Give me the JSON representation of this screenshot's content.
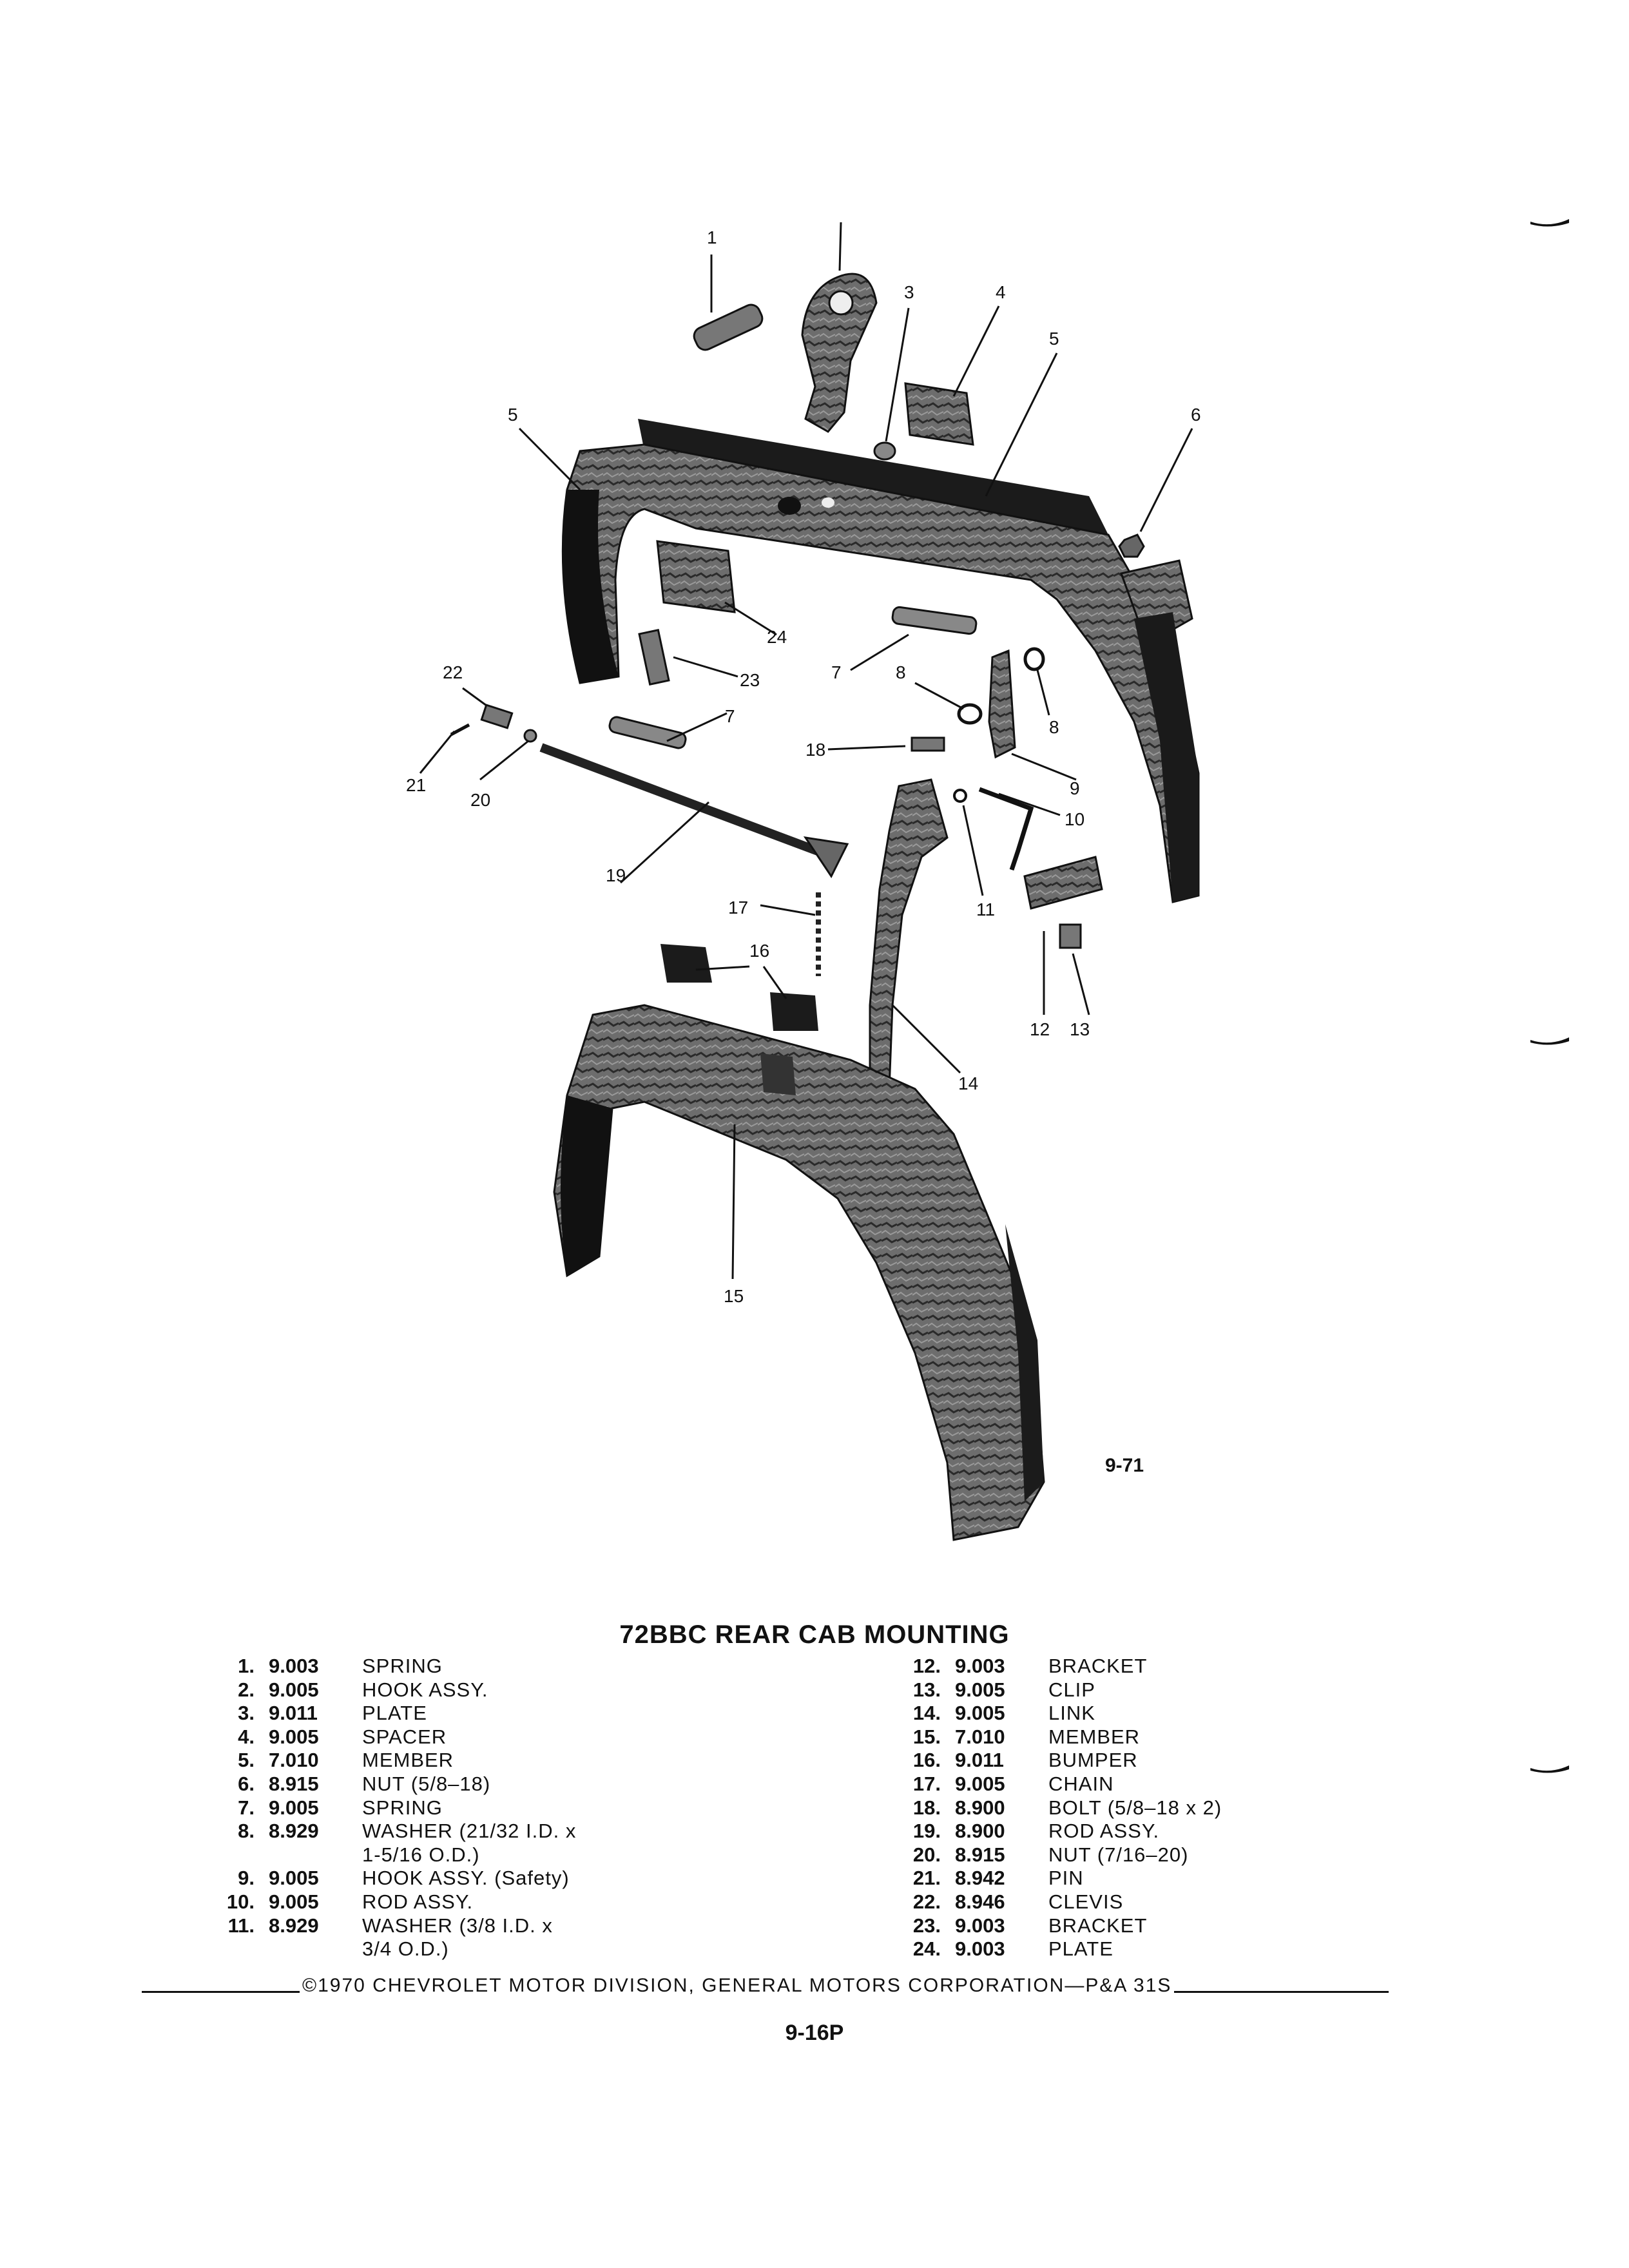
{
  "figure": {
    "code": "9-71",
    "callouts": [
      "1",
      "3",
      "4",
      "5",
      "5",
      "6",
      "24",
      "23",
      "7",
      "8",
      "8",
      "22",
      "7",
      "18",
      "9",
      "21",
      "20",
      "10",
      "19",
      "17",
      "11",
      "16",
      "12",
      "13",
      "14",
      "15"
    ]
  },
  "title": "72BBC REAR CAB MOUNTING",
  "parts_left": [
    {
      "num": "1.",
      "grp": "9.003",
      "name": "SPRING"
    },
    {
      "num": "2.",
      "grp": "9.005",
      "name": "HOOK ASSY."
    },
    {
      "num": "3.",
      "grp": "9.011",
      "name": "PLATE"
    },
    {
      "num": "4.",
      "grp": "9.005",
      "name": "SPACER"
    },
    {
      "num": "5.",
      "grp": "7.010",
      "name": "MEMBER"
    },
    {
      "num": "6.",
      "grp": "8.915",
      "name": "NUT (5/8–18)"
    },
    {
      "num": "7.",
      "grp": "9.005",
      "name": "SPRING"
    },
    {
      "num": "8.",
      "grp": "8.929",
      "name": "WASHER (21/32 I.D. x",
      "cont": "1-5/16 O.D.)"
    },
    {
      "num": "9.",
      "grp": "9.005",
      "name": "HOOK ASSY. (Safety)"
    },
    {
      "num": "10.",
      "grp": "9.005",
      "name": "ROD ASSY."
    },
    {
      "num": "11.",
      "grp": "8.929",
      "name": "WASHER (3/8 I.D. x",
      "cont": "3/4 O.D.)"
    }
  ],
  "parts_right": [
    {
      "num": "12.",
      "grp": "9.003",
      "name": "BRACKET"
    },
    {
      "num": "13.",
      "grp": "9.005",
      "name": "CLIP"
    },
    {
      "num": "14.",
      "grp": "9.005",
      "name": "LINK"
    },
    {
      "num": "15.",
      "grp": "7.010",
      "name": "MEMBER"
    },
    {
      "num": "16.",
      "grp": "9.011",
      "name": "BUMPER"
    },
    {
      "num": "17.",
      "grp": "9.005",
      "name": "CHAIN"
    },
    {
      "num": "18.",
      "grp": "8.900",
      "name": "BOLT (5/8–18 x 2)"
    },
    {
      "num": "19.",
      "grp": "8.900",
      "name": "ROD ASSY."
    },
    {
      "num": "20.",
      "grp": "8.915",
      "name": "NUT (7/16–20)"
    },
    {
      "num": "21.",
      "grp": "8.942",
      "name": "PIN"
    },
    {
      "num": "22.",
      "grp": "8.946",
      "name": "CLEVIS"
    },
    {
      "num": "23.",
      "grp": "9.003",
      "name": "BRACKET"
    },
    {
      "num": "24.",
      "grp": "9.003",
      "name": "PLATE"
    }
  ],
  "copyright": "©1970 CHEVROLET MOTOR DIVISION, GENERAL MOTORS CORPORATION—P&A 31S",
  "page_number": "9-16P"
}
